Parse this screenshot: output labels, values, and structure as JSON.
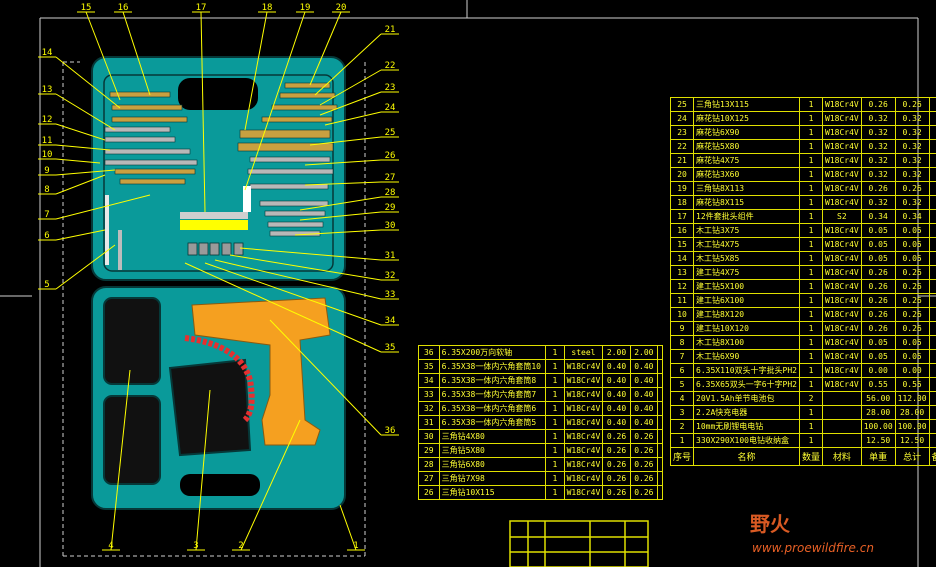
{
  "drawing": {
    "title": "cordless drill kit assembly",
    "colors": {
      "case": "#0a9a9a",
      "outline": "#063838",
      "drill_gold": "#c9a040",
      "drill_silver": "#b8b8b8",
      "drill_body": "#f5a020",
      "leader": "#ffff00",
      "table": "#e0e000"
    },
    "callouts": [
      "1",
      "2",
      "3",
      "4",
      "5",
      "6",
      "7",
      "8",
      "9",
      "10",
      "11",
      "12",
      "13",
      "14",
      "15",
      "16",
      "17",
      "18",
      "19",
      "20",
      "21",
      "22",
      "23",
      "24",
      "25",
      "26",
      "27",
      "28",
      "29",
      "30",
      "31",
      "32",
      "33",
      "34",
      "35",
      "36"
    ]
  },
  "bom_header": {
    "no": "序号",
    "name": "名称",
    "qty": "数量",
    "material": "材料",
    "unit_weight": "单重",
    "total_weight": "总计",
    "note": "备注"
  },
  "bom_right": [
    {
      "no": "25",
      "name": "三角钻13X115",
      "qty": "1",
      "mat": "W18Cr4V",
      "unit": "0.26",
      "total": "0.26"
    },
    {
      "no": "24",
      "name": "麻花钻10X125",
      "qty": "1",
      "mat": "W18Cr4V",
      "unit": "0.32",
      "total": "0.32"
    },
    {
      "no": "23",
      "name": "麻花钻6X90",
      "qty": "1",
      "mat": "W18Cr4V",
      "unit": "0.32",
      "total": "0.32"
    },
    {
      "no": "22",
      "name": "麻花钻5X80",
      "qty": "1",
      "mat": "W18Cr4V",
      "unit": "0.32",
      "total": "0.32"
    },
    {
      "no": "21",
      "name": "麻花钻4X75",
      "qty": "1",
      "mat": "W18Cr4V",
      "unit": "0.32",
      "total": "0.32"
    },
    {
      "no": "20",
      "name": "麻花钻3X60",
      "qty": "1",
      "mat": "W18Cr4V",
      "unit": "0.32",
      "total": "0.32"
    },
    {
      "no": "19",
      "name": "三角钻8X113",
      "qty": "1",
      "mat": "W18Cr4V",
      "unit": "0.26",
      "total": "0.26"
    },
    {
      "no": "18",
      "name": "麻花钻8X115",
      "qty": "1",
      "mat": "W18Cr4V",
      "unit": "0.32",
      "total": "0.32"
    },
    {
      "no": "17",
      "name": "12件套批头组件",
      "qty": "1",
      "mat": "S2",
      "unit": "0.34",
      "total": "0.34"
    },
    {
      "no": "16",
      "name": "木工钻3X75",
      "qty": "1",
      "mat": "W18Cr4V",
      "unit": "0.05",
      "total": "0.05"
    },
    {
      "no": "15",
      "name": "木工钻4X75",
      "qty": "1",
      "mat": "W18Cr4V",
      "unit": "0.05",
      "total": "0.05"
    },
    {
      "no": "14",
      "name": "木工钻5X85",
      "qty": "1",
      "mat": "W18Cr4V",
      "unit": "0.05",
      "total": "0.05"
    },
    {
      "no": "13",
      "name": "建工钻4X75",
      "qty": "1",
      "mat": "W18Cr4V",
      "unit": "0.26",
      "total": "0.26"
    },
    {
      "no": "12",
      "name": "建工钻5X100",
      "qty": "1",
      "mat": "W18Cr4V",
      "unit": "0.26",
      "total": "0.26"
    },
    {
      "no": "11",
      "name": "建工钻6X100",
      "qty": "1",
      "mat": "W18Cr4V",
      "unit": "0.26",
      "total": "0.26"
    },
    {
      "no": "10",
      "name": "建工钻8X120",
      "qty": "1",
      "mat": "W18Cr4V",
      "unit": "0.26",
      "total": "0.26"
    },
    {
      "no": "9",
      "name": "建工钻10X120",
      "qty": "1",
      "mat": "W18Cr4V",
      "unit": "0.26",
      "total": "0.26"
    },
    {
      "no": "8",
      "name": "木工钻8X100",
      "qty": "1",
      "mat": "W18Cr4V",
      "unit": "0.05",
      "total": "0.05"
    },
    {
      "no": "7",
      "name": "木工钻6X90",
      "qty": "1",
      "mat": "W18Cr4V",
      "unit": "0.05",
      "total": "0.05"
    },
    {
      "no": "6",
      "name": "6.35X110双头十字批头PH2",
      "qty": "1",
      "mat": "W18Cr4V",
      "unit": "0.00",
      "total": "0.00"
    },
    {
      "no": "5",
      "name": "6.35X65双头一字6十字PH2",
      "qty": "1",
      "mat": "W18Cr4V",
      "unit": "0.55",
      "total": "0.55"
    },
    {
      "no": "4",
      "name": "20V1.5Ah单节电池包",
      "qty": "2",
      "mat": "",
      "unit": "56.00",
      "total": "112.00"
    },
    {
      "no": "3",
      "name": "2.2A快充电器",
      "qty": "1",
      "mat": "",
      "unit": "28.00",
      "total": "28.00"
    },
    {
      "no": "2",
      "name": "10mm无刷锂电电钻",
      "qty": "1",
      "mat": "",
      "unit": "100.00",
      "total": "100.00"
    },
    {
      "no": "1",
      "name": "330X290X100电钻收纳盒",
      "qty": "1",
      "mat": "",
      "unit": "12.50",
      "total": "12.50"
    }
  ],
  "bom_left": [
    {
      "no": "36",
      "name": "6.35X200万向软轴",
      "qty": "1",
      "mat": "steel",
      "unit": "2.00",
      "total": "2.00"
    },
    {
      "no": "35",
      "name": "6.35X38一体内六角套筒10",
      "qty": "1",
      "mat": "W18Cr4V",
      "unit": "0.40",
      "total": "0.40"
    },
    {
      "no": "34",
      "name": "6.35X38一体内六角套筒8",
      "qty": "1",
      "mat": "W18Cr4V",
      "unit": "0.40",
      "total": "0.40"
    },
    {
      "no": "33",
      "name": "6.35X38一体内六角套筒7",
      "qty": "1",
      "mat": "W18Cr4V",
      "unit": "0.40",
      "total": "0.40"
    },
    {
      "no": "32",
      "name": "6.35X38一体内六角套筒6",
      "qty": "1",
      "mat": "W18Cr4V",
      "unit": "0.40",
      "total": "0.40"
    },
    {
      "no": "31",
      "name": "6.35X38一体内六角套筒5",
      "qty": "1",
      "mat": "W18Cr4V",
      "unit": "0.40",
      "total": "0.40"
    },
    {
      "no": "30",
      "name": "三角钻4X80",
      "qty": "1",
      "mat": "W18Cr4V",
      "unit": "0.26",
      "total": "0.26"
    },
    {
      "no": "29",
      "name": "三角钻5X80",
      "qty": "1",
      "mat": "W18Cr4V",
      "unit": "0.26",
      "total": "0.26"
    },
    {
      "no": "28",
      "name": "三角钻6X80",
      "qty": "1",
      "mat": "W18Cr4V",
      "unit": "0.26",
      "total": "0.26"
    },
    {
      "no": "27",
      "name": "三角钻7X98",
      "qty": "1",
      "mat": "W18Cr4V",
      "unit": "0.26",
      "total": "0.26"
    },
    {
      "no": "26",
      "name": "三角钻10X115",
      "qty": "1",
      "mat": "W18Cr4V",
      "unit": "0.26",
      "total": "0.26"
    }
  ],
  "watermark": {
    "logo_text": "野火",
    "url": "www.proewildfire.cn"
  }
}
